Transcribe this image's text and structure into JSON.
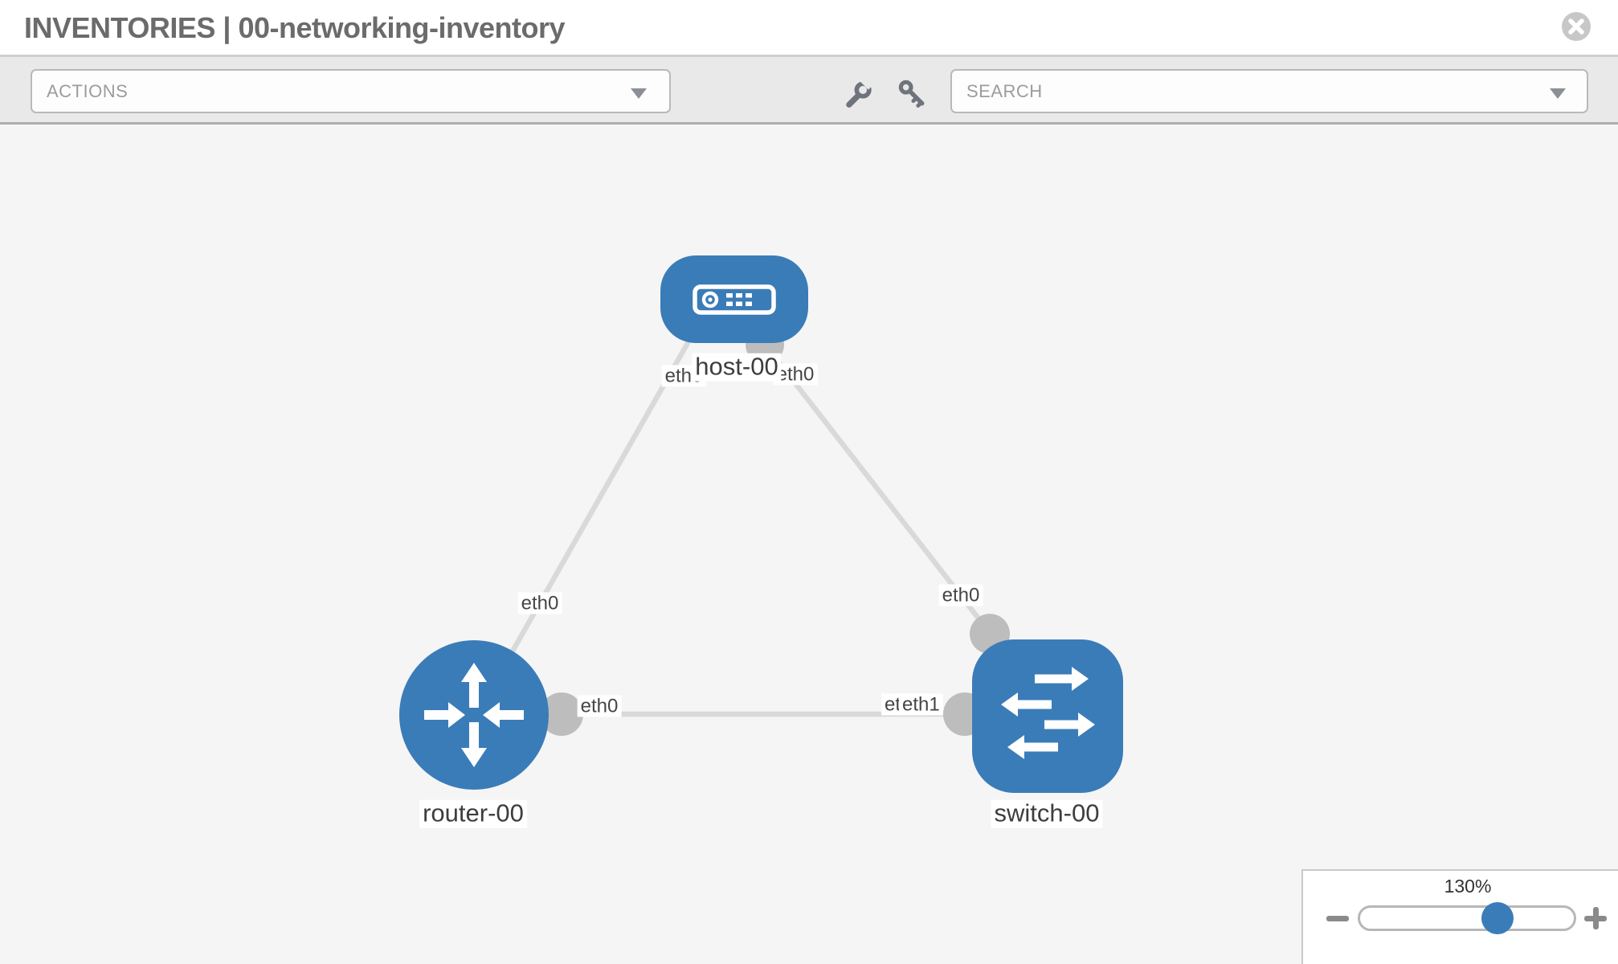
{
  "header": {
    "title": "INVENTORIES | 00-networking-inventory"
  },
  "toolbar": {
    "actions_label": "ACTIONS",
    "search_label": "SEARCH"
  },
  "topology": {
    "nodes": [
      {
        "name": "host-00",
        "type": "host"
      },
      {
        "name": "router-00",
        "type": "router"
      },
      {
        "name": "switch-00",
        "type": "switch"
      }
    ],
    "links": [
      {
        "source": "host-00",
        "source_interface": "eth0",
        "target": "router-00",
        "target_interface": "eth0"
      },
      {
        "source": "host-00",
        "source_interface": "eth0",
        "target": "switch-00",
        "target_interface": "eth0"
      },
      {
        "source": "router-00",
        "source_interface": "eth0",
        "target": "switch-00",
        "target_interface": "eth1"
      }
    ],
    "interface_chips": {
      "host_to_router_at_host": "eth0",
      "host_to_switch_at_host": "eth0",
      "host_to_router_at_router": "eth0",
      "host_to_switch_at_switch": "eth0",
      "router_to_switch_at_router": "eth0",
      "router_to_switch_at_switch_under": "eth0",
      "router_to_switch_at_switch": "eth1"
    }
  },
  "zoom_control": {
    "percent": "130%"
  },
  "colors": {
    "node_fill": "#3a7cb8",
    "link_stroke": "#d9d9d9",
    "connector_fill": "#bdbdbd",
    "toolbar_bg": "#e9e9e9",
    "canvas_bg": "#f5f5f6"
  }
}
